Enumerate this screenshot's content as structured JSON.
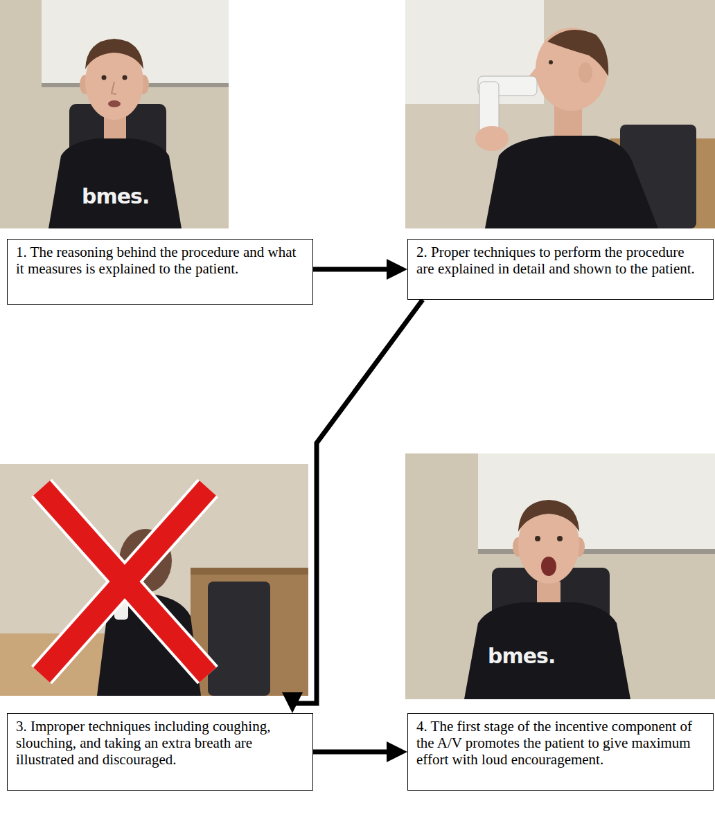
{
  "diagram": {
    "nodes": [
      {
        "text": [
          "1. The reasoning behind the procedure and what it measures is explained to the patient."
        ]
      },
      {
        "text": [
          "2. Proper techniques to perform the procedure are explained in detail and shown to the patient."
        ]
      },
      {
        "text": [
          "3. Improper techniques including coughing, slouching, and taking an extra breath are illustrated and discouraged."
        ]
      },
      {
        "text": [
          "4. The first stage of the incentive component of the A/V promotes the patient to give maximum effort with loud encouragement."
        ]
      }
    ],
    "edges": [
      {
        "from": 0,
        "to": 1,
        "arrow": "to"
      },
      {
        "from": 1,
        "to": 2,
        "arrow": "to"
      },
      {
        "from": 2,
        "to": 3,
        "arrow": "to"
      }
    ],
    "labels": [
      "bmes.",
      "bmes."
    ]
  }
}
